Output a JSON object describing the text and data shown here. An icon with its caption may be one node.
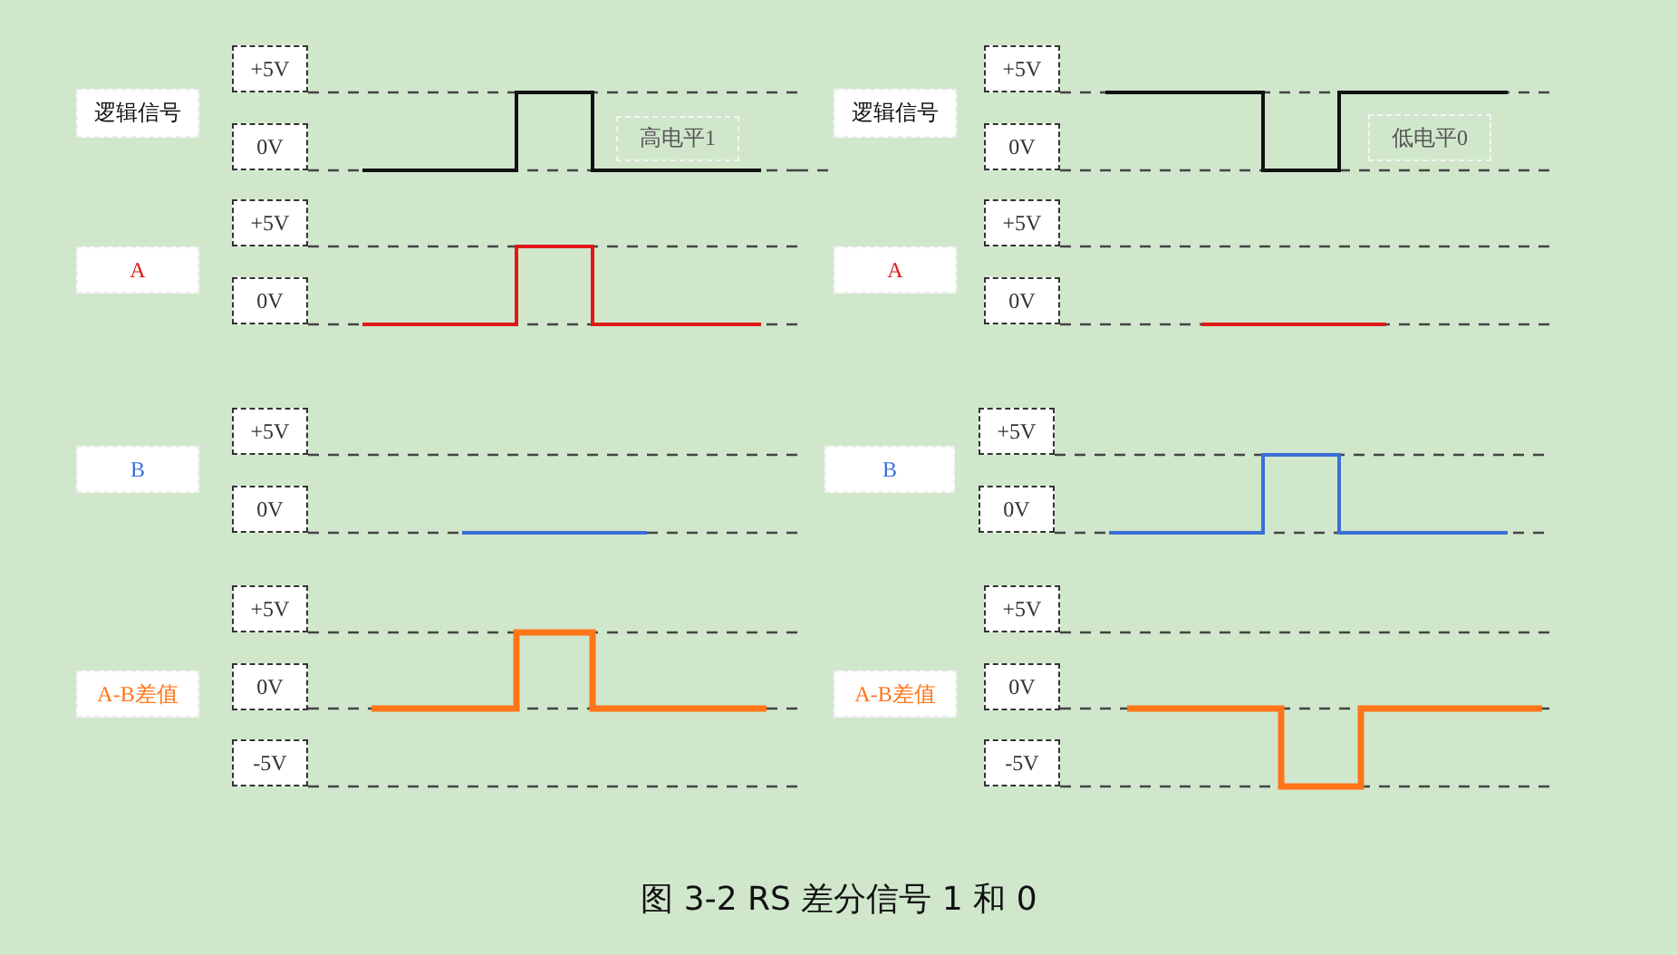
{
  "diagram": {
    "caption": "图 3-2 RS 差分信号 1 和 0",
    "nodes": [
      {
        "text": [
          "逻辑信号"
        ]
      },
      {
        "text": [
          "+5V"
        ]
      },
      {
        "text": [
          "0V"
        ]
      },
      {
        "text": [
          "高电平1"
        ]
      },
      {
        "text": [
          "逻辑信号"
        ]
      },
      {
        "text": [
          "+5V"
        ]
      },
      {
        "text": [
          "0V"
        ]
      },
      {
        "text": [
          "低电平0"
        ]
      },
      {
        "text": [
          "A"
        ]
      },
      {
        "text": [
          "+5V"
        ]
      },
      {
        "text": [
          "0V"
        ]
      },
      {
        "text": [
          "A"
        ]
      },
      {
        "text": [
          "+5V"
        ]
      },
      {
        "text": [
          "0V"
        ]
      },
      {
        "text": [
          "B"
        ]
      },
      {
        "text": [
          "+5V"
        ]
      },
      {
        "text": [
          "0V"
        ]
      },
      {
        "text": [
          "B"
        ]
      },
      {
        "text": [
          "+5V"
        ]
      },
      {
        "text": [
          "0V"
        ]
      },
      {
        "text": [
          "A-B差值"
        ]
      },
      {
        "text": [
          "+5V"
        ]
      },
      {
        "text": [
          "0V"
        ]
      },
      {
        "text": [
          "-5V"
        ]
      },
      {
        "text": [
          "A-B差值"
        ]
      },
      {
        "text": [
          "+5V"
        ]
      },
      {
        "text": [
          "0V"
        ]
      },
      {
        "text": [
          "-5V"
        ]
      }
    ]
  }
}
